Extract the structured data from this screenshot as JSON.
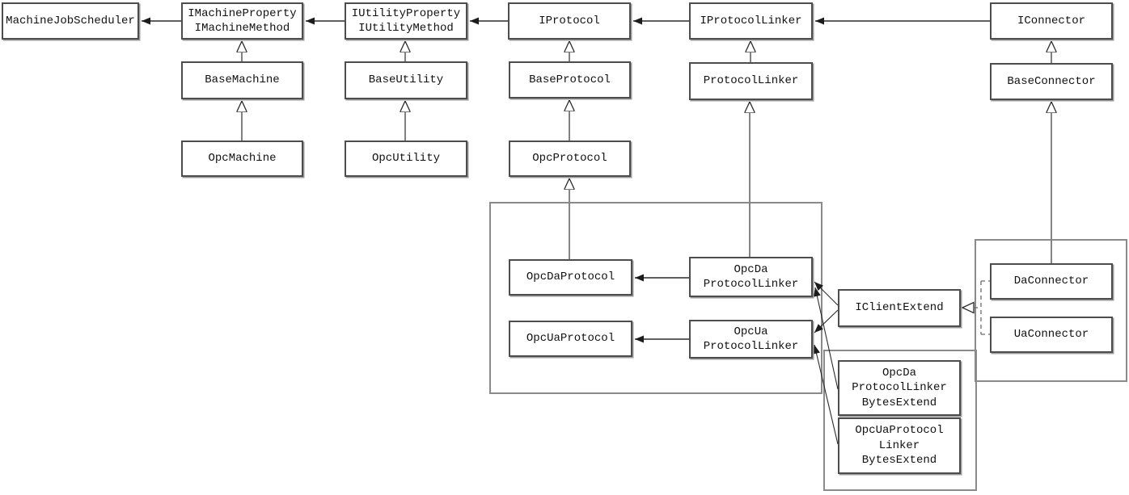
{
  "diagram_type": "uml-class-diagram",
  "colors": {
    "background": "#ffffff",
    "node_border": "#4d4d4d",
    "container_border": "#8a8a8a",
    "edge_line": "#2b2b2b",
    "edge_line_gray": "#858585",
    "text": "#111111"
  },
  "nodes": {
    "machineJobScheduler": {
      "label": "MachineJobScheduler"
    },
    "iMachine": {
      "label": "IMachineProperty\nIMachineMethod"
    },
    "iUtility": {
      "label": "IUtilityProperty\nIUtilityMethod"
    },
    "iProtocol": {
      "label": "IProtocol"
    },
    "iProtocolLinker": {
      "label": "IProtocolLinker"
    },
    "iConnector": {
      "label": "IConnector"
    },
    "baseMachine": {
      "label": "BaseMachine"
    },
    "baseUtility": {
      "label": "BaseUtility"
    },
    "baseProtocol": {
      "label": "BaseProtocol"
    },
    "protocolLinker": {
      "label": "ProtocolLinker"
    },
    "baseConnector": {
      "label": "BaseConnector"
    },
    "opcMachine": {
      "label": "OpcMachine"
    },
    "opcUtility": {
      "label": "OpcUtility"
    },
    "opcProtocol": {
      "label": "OpcProtocol"
    },
    "opcDaProtocol": {
      "label": "OpcDaProtocol"
    },
    "opcDaProtocolLinker": {
      "label": "OpcDa\nProtocolLinker"
    },
    "opcUaProtocol": {
      "label": "OpcUaProtocol"
    },
    "opcUaProtocolLinker": {
      "label": "OpcUa\nProtocolLinker"
    },
    "iClientExtend": {
      "label": "IClientExtend"
    },
    "daConnector": {
      "label": "DaConnector"
    },
    "uaConnector": {
      "label": "UaConnector"
    },
    "opcDaPLBytesExtend": {
      "label": "OpcDa\nProtocolLinker\nBytesExtend"
    },
    "opcUaPLBytesExtend": {
      "label": "OpcUaProtocol\nLinker\nBytesExtend"
    }
  },
  "edges": [
    {
      "from": "IMachineProperty/IMachineMethod",
      "to": "MachineJobScheduler",
      "type": "association-arrow"
    },
    {
      "from": "IUtilityProperty/IUtilityMethod",
      "to": "IMachineProperty/IMachineMethod",
      "type": "association-arrow"
    },
    {
      "from": "IProtocol",
      "to": "IUtilityProperty/IUtilityMethod",
      "type": "association-arrow"
    },
    {
      "from": "IProtocolLinker",
      "to": "IProtocol",
      "type": "association-arrow"
    },
    {
      "from": "IConnector",
      "to": "IProtocolLinker",
      "type": "association-arrow"
    },
    {
      "from": "BaseMachine",
      "to": "IMachineProperty/IMachineMethod",
      "type": "generalization"
    },
    {
      "from": "BaseUtility",
      "to": "IUtilityProperty/IUtilityMethod",
      "type": "generalization"
    },
    {
      "from": "BaseProtocol",
      "to": "IProtocol",
      "type": "generalization"
    },
    {
      "from": "ProtocolLinker",
      "to": "IProtocolLinker",
      "type": "generalization"
    },
    {
      "from": "BaseConnector",
      "to": "IConnector",
      "type": "generalization"
    },
    {
      "from": "OpcMachine",
      "to": "BaseMachine",
      "type": "generalization"
    },
    {
      "from": "OpcUtility",
      "to": "BaseUtility",
      "type": "generalization"
    },
    {
      "from": "OpcProtocol",
      "to": "BaseProtocol",
      "type": "generalization"
    },
    {
      "from": "OpcDaProtocol",
      "to": "OpcProtocol",
      "type": "generalization"
    },
    {
      "from": "OpcDaProtocolLinker",
      "to": "ProtocolLinker",
      "type": "generalization"
    },
    {
      "from": "DaConnector",
      "to": "BaseConnector",
      "type": "generalization"
    },
    {
      "from": "OpcDaProtocolLinker",
      "to": "OpcDaProtocol",
      "type": "association-arrow"
    },
    {
      "from": "OpcUaProtocolLinker",
      "to": "OpcUaProtocol",
      "type": "association-arrow"
    },
    {
      "from": "IClientExtend",
      "to": "OpcDaProtocolLinker",
      "type": "association-arrow"
    },
    {
      "from": "IClientExtend",
      "to": "OpcUaProtocolLinker",
      "type": "association-arrow"
    },
    {
      "from": "OpcDaProtocolLinkerBytesExtend",
      "to": "OpcDaProtocolLinker",
      "type": "association-arrow"
    },
    {
      "from": "OpcUaProtocolLinkerBytesExtend",
      "to": "OpcUaProtocolLinker",
      "type": "association-arrow"
    },
    {
      "from": "DaConnector",
      "to": "IClientExtend",
      "type": "realization-dashed"
    },
    {
      "from": "UaConnector",
      "to": "IClientExtend",
      "type": "realization-dashed"
    }
  ]
}
